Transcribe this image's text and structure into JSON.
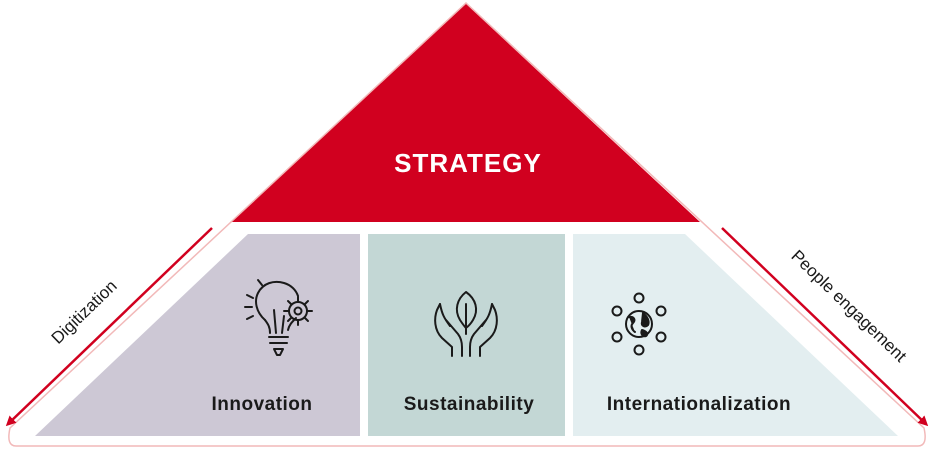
{
  "title": "STRATEGY",
  "pillars": [
    {
      "label": "Innovation",
      "icon": "lightbulb-gear-icon",
      "color": "#cdc8d5"
    },
    {
      "label": "Sustainability",
      "icon": "hands-leaf-icon",
      "color": "#c3d7d5"
    },
    {
      "label": "Internationalization",
      "icon": "globe-network-icon",
      "color": "#e3eef0"
    }
  ],
  "side_labels": {
    "left": "Digitization",
    "right": "People engagement"
  },
  "colors": {
    "accent": "#d1001f",
    "outline": "#f2b9b9",
    "text": "#1a1a1a",
    "icon": "#1a1a1a"
  }
}
